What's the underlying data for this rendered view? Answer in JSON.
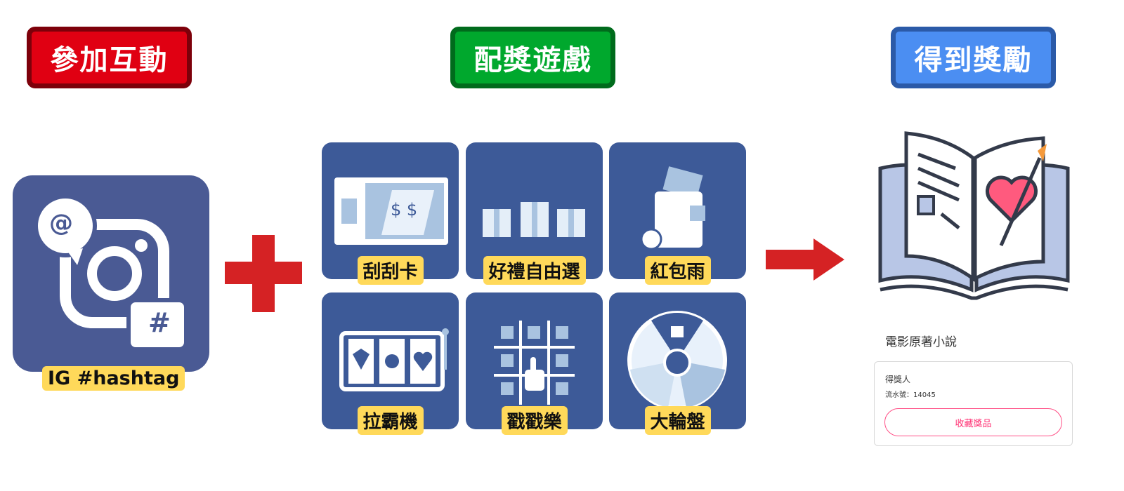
{
  "steps": {
    "join": "參加互動",
    "game": "配獎遊戲",
    "reward": "得到獎勵"
  },
  "ig": {
    "label": "IG #hashtag",
    "at": "@",
    "hash": "#"
  },
  "games": [
    {
      "label": "刮刮卡",
      "icon": "scratch-card-icon",
      "card_text": "$ $"
    },
    {
      "label": "好禮自由選",
      "icon": "gift-choice-icon"
    },
    {
      "label": "紅包雨",
      "icon": "red-envelope-icon"
    },
    {
      "label": "拉霸機",
      "icon": "slot-machine-icon"
    },
    {
      "label": "戳戳樂",
      "icon": "poke-game-icon"
    },
    {
      "label": "大輪盤",
      "icon": "prize-wheel-icon"
    }
  ],
  "prize": {
    "title": "電影原著小說",
    "winner": "得獎人",
    "serial": "流水號：14045",
    "button": "收藏獎品"
  },
  "colors": {
    "red": "#e00012",
    "green": "#00a82d",
    "blue": "#4b8ef2",
    "tile": "#3d5a98",
    "label": "#ffd95a",
    "pink": "#ff2f72"
  }
}
